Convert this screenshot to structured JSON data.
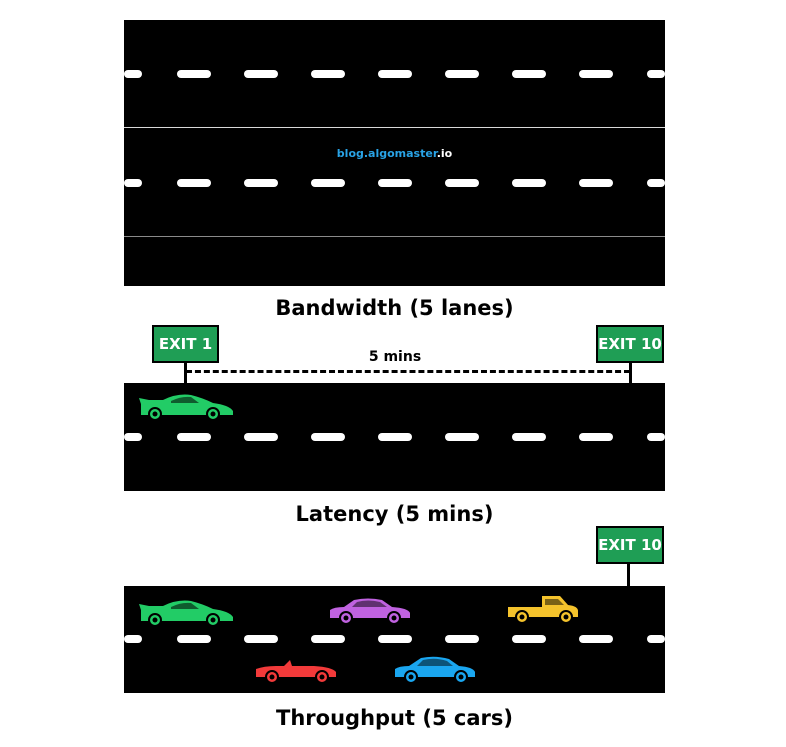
{
  "bandwidth": {
    "caption": "Bandwidth (5 lanes)",
    "watermark_part1": "blog.algomaster",
    "watermark_part2": ".io"
  },
  "latency": {
    "caption": "Latency (5 mins)",
    "sign_start": "EXIT 1",
    "sign_end": "EXIT 10",
    "distance_label": "5 mins"
  },
  "throughput": {
    "caption": "Throughput (5 cars)",
    "sign_end": "EXIT 10"
  },
  "colors": {
    "sign_green": "#1f9e55",
    "car_green": "#22cc66",
    "car_purple": "#c062e0",
    "car_yellow": "#f5c32c",
    "car_red": "#f23a3a",
    "car_blue": "#1aa6f0",
    "watermark_blue": "#29a3e6"
  }
}
